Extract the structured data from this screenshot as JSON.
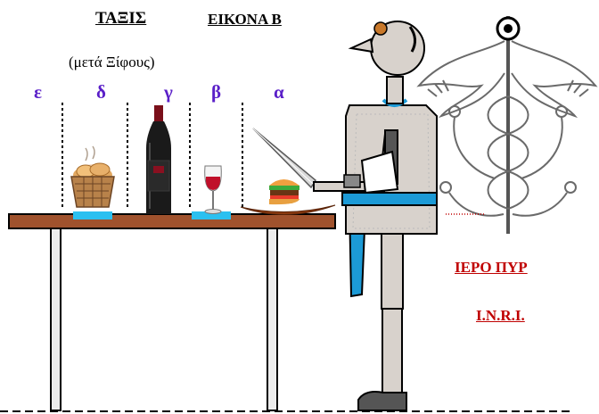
{
  "title": "ΤΑΞΙΣ",
  "figure_label": "ΕΙΚΟΝΑ Β",
  "subtitle": "(μετά Ξίφους)",
  "positions": [
    "ε",
    "δ",
    "γ",
    "β",
    "α"
  ],
  "sacred_fire": "ΙΕΡΟ ΠΥΡ",
  "inri": "I.N.R.I.",
  "colors": {
    "label_purple": "#5a1fc8",
    "red_text": "#c00000",
    "sash_blue": "#1c9ad6",
    "body_grey": "#d8d2cc",
    "table_brown": "#a0522d"
  }
}
